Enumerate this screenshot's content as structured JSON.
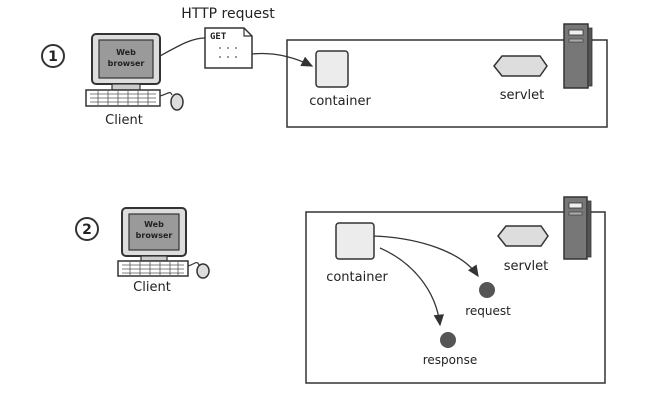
{
  "step1": {
    "number": "1",
    "http_request_label": "HTTP request",
    "request_method": "GET",
    "client": {
      "screen_text": [
        "Web",
        "browser"
      ],
      "label": "Client"
    },
    "container_label": "container",
    "servlet_label": "servlet"
  },
  "step2": {
    "number": "2",
    "client": {
      "screen_text": [
        "Web",
        "browser"
      ],
      "label": "Client"
    },
    "container_label": "container",
    "servlet_label": "servlet",
    "request_label": "request",
    "response_label": "response"
  },
  "colors": {
    "stroke": "#333333",
    "screen_fill": "#9a9a9a",
    "object_dot": "#555555",
    "server_fill": "#777777"
  },
  "icons": {
    "client": "desktop-computer-icon",
    "server": "server-tower-icon",
    "container": "container-box-icon",
    "servlet": "servlet-hexagon-icon",
    "request_doc": "document-icon",
    "object": "object-dot-icon"
  }
}
